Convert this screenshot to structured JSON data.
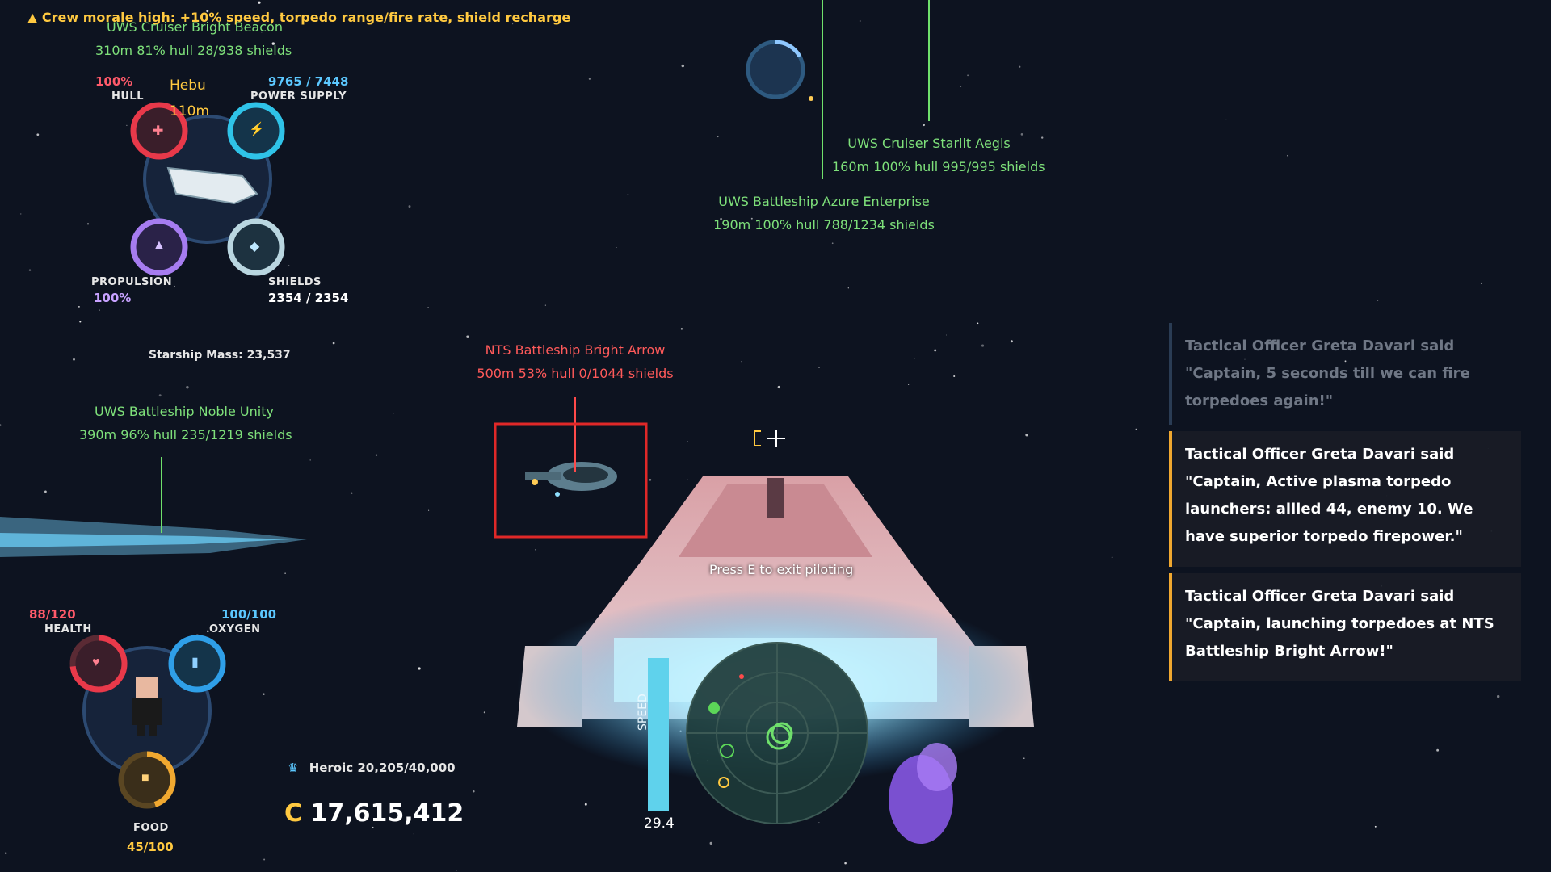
{
  "alert": {
    "icon": "warning-icon",
    "text": "Crew morale high: +10% speed, torpedo range/fire rate, shield recharge"
  },
  "ship_status": {
    "hull": {
      "label": "HULL",
      "value": "100%",
      "fraction": 1.0
    },
    "power": {
      "label": "POWER SUPPLY",
      "value": "9765 / 7448",
      "fraction": 1.0
    },
    "propulsion": {
      "label": "PROPULSION",
      "value": "100%",
      "fraction": 1.0
    },
    "shields": {
      "label": "SHIELDS",
      "value": "2354 / 2354",
      "fraction": 1.0
    },
    "mass": "Starship Mass: 23,537",
    "nearby_name": "Hebu",
    "nearby_dist": "110m"
  },
  "targets": [
    {
      "name": "UWS Cruiser Bright Beacon",
      "stats": "310m  81% hull  28/938 shields",
      "faction": "ally"
    },
    {
      "name": "UWS Cruiser Starlit Aegis",
      "stats": "160m  100% hull  995/995 shields",
      "faction": "ally"
    },
    {
      "name": "UWS Battleship Azure Enterprise",
      "stats": "190m  100% hull  788/1234 shields",
      "faction": "ally"
    },
    {
      "name": "NTS Battleship Bright Arrow",
      "stats": "500m  53% hull  0/1044 shields",
      "faction": "enemy"
    },
    {
      "name": "UWS Battleship Noble Unity",
      "stats": "390m  96% hull  235/1219 shields",
      "faction": "ally"
    }
  ],
  "player": {
    "health": {
      "label": "HEALTH",
      "value": "88/120",
      "fraction": 0.733
    },
    "oxygen": {
      "label": "OXYGEN",
      "value": "100/100",
      "fraction": 1.0
    },
    "food": {
      "label": "FOOD",
      "value": "45/100",
      "fraction": 0.45
    },
    "rank_text": "Heroic 20,205/40,000",
    "credits_symbol": "C",
    "credits": "17,615,412"
  },
  "piloting_hint": "Press E to exit piloting",
  "speed": {
    "label": "SPEED",
    "value": "29.4",
    "fraction": 1.0
  },
  "messages": [
    {
      "text": "Tactical Officer Greta Davari said \"Captain, 5 seconds till we can fire torpedoes again!\"",
      "style": "faded"
    },
    {
      "text": "Tactical Officer Greta Davari said \"Captain, Active plasma torpedo launchers: allied 44, enemy 10. We have superior torpedo firepower.\"",
      "style": "active"
    },
    {
      "text": "Tactical Officer Greta Davari said \"Captain, launching torpedoes at NTS Battleship Bright Arrow!\"",
      "style": "active"
    }
  ],
  "colors": {
    "ally": "#7ee07a",
    "enemy": "#ff5a5a",
    "hull": "#e8394a",
    "power": "#2fc3e8",
    "propulsion": "#a67cf0",
    "shields": "#b9d6e0",
    "health": "#e8394a",
    "oxygen": "#2f9fe8",
    "food": "#f0a830",
    "accent": "#f0a830"
  }
}
